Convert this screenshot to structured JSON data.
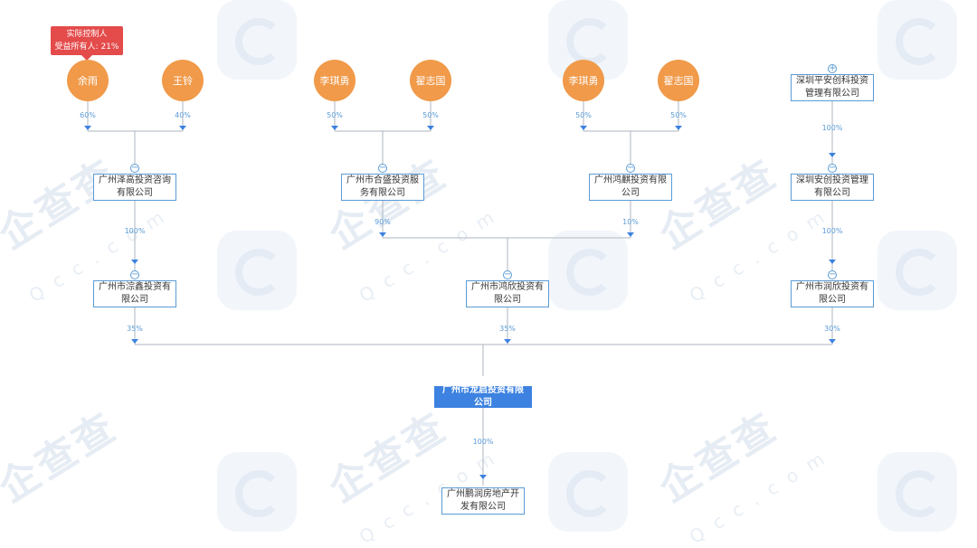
{
  "controller_tag": {
    "line1": "实际控制人",
    "line2": "受益所有人: 21%"
  },
  "persons": [
    {
      "id": "p1",
      "name": "余雨"
    },
    {
      "id": "p2",
      "name": "王铃"
    },
    {
      "id": "p3",
      "name": "李琪勇"
    },
    {
      "id": "p4",
      "name": "翟志国"
    },
    {
      "id": "p5",
      "name": "李琪勇"
    },
    {
      "id": "p6",
      "name": "翟志国"
    }
  ],
  "companies": [
    {
      "id": "c1",
      "name": "深圳平安创科投资管理有限公司",
      "has_expand": true
    },
    {
      "id": "c2",
      "name": "广州泽高投资咨询有限公司"
    },
    {
      "id": "c3",
      "name": "广州市合盛投资服务有限公司"
    },
    {
      "id": "c4",
      "name": "广州鸿麒投资有限公司"
    },
    {
      "id": "c5",
      "name": "深圳安创投资管理有限公司"
    },
    {
      "id": "c6",
      "name": "广州市淙鑫投资有限公司"
    },
    {
      "id": "c7",
      "name": "广州市鸿欣投资有限公司"
    },
    {
      "id": "c8",
      "name": "广州市润欣投资有限公司"
    },
    {
      "id": "c9",
      "name": "广州市龙启投资有限公司",
      "is_target": true
    },
    {
      "id": "c10",
      "name": "广州鹏润房地产开发有限公司"
    }
  ],
  "edges": [
    {
      "from": "p1",
      "to": "c2",
      "percent": "60%"
    },
    {
      "from": "p2",
      "to": "c2",
      "percent": "40%"
    },
    {
      "from": "p3",
      "to": "c3",
      "percent": "50%"
    },
    {
      "from": "p4",
      "to": "c3",
      "percent": "50%"
    },
    {
      "from": "p5",
      "to": "c4",
      "percent": "50%"
    },
    {
      "from": "p6",
      "to": "c4",
      "percent": "50%"
    },
    {
      "from": "c1",
      "to": "c5",
      "percent": "100%"
    },
    {
      "from": "c2",
      "to": "c6",
      "percent": "100%"
    },
    {
      "from": "c3",
      "to": "c7",
      "percent": "90%"
    },
    {
      "from": "c4",
      "to": "c7",
      "percent": "10%"
    },
    {
      "from": "c5",
      "to": "c8",
      "percent": "100%"
    },
    {
      "from": "c6",
      "to": "c9",
      "percent": "35%"
    },
    {
      "from": "c7",
      "to": "c9",
      "percent": "35%"
    },
    {
      "from": "c8",
      "to": "c9",
      "percent": "30%"
    },
    {
      "from": "c9",
      "to": "c10",
      "percent": "100%"
    }
  ],
  "watermark": {
    "text": "企查查",
    "subtext": "Qcc.com"
  },
  "colors": {
    "person": "#f09a4a",
    "company_border": "#5b9bd5",
    "target_fill": "#3d82e0",
    "line": "#aeb6bf",
    "arrow": "#3d82e0",
    "percent_text": "#5b9bd5",
    "controller_tag": "#e44b4b"
  }
}
